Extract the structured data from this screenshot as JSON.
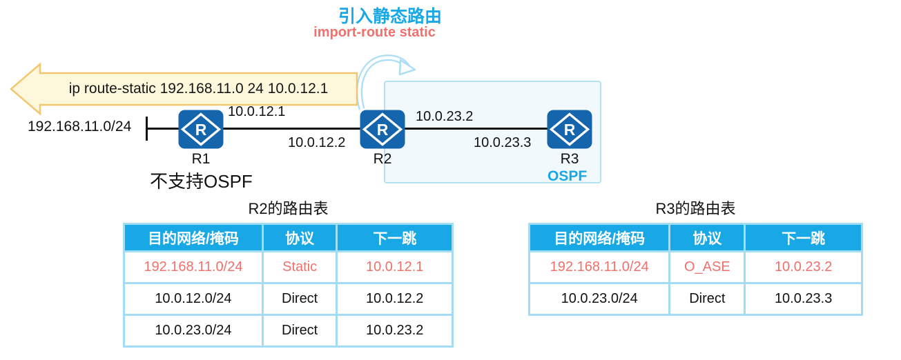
{
  "header": {
    "title": "引入静态路由",
    "subtitle": "import-route static"
  },
  "banner": {
    "command": "ip route-static 192.168.11.0 24 10.0.12.1"
  },
  "topology": {
    "stub_network_label": "192.168.11.0/24",
    "routers": [
      {
        "id": "R1",
        "note": "不支持OSPF"
      },
      {
        "id": "R2"
      },
      {
        "id": "R3"
      }
    ],
    "interface_labels": {
      "r1_r2_top": "10.0.12.1",
      "r1_r2_bottom": "10.0.12.2",
      "r2_r3_top": "10.0.23.2",
      "r2_r3_bottom": "10.0.23.3"
    },
    "ospf_area_label": "OSPF"
  },
  "tables": {
    "r2": {
      "title": "R2的路由表",
      "headers": [
        "目的网络/掩码",
        "协议",
        "下一跳"
      ],
      "rows": [
        {
          "highlight": true,
          "cells": [
            "192.168.11.0/24",
            "Static",
            "10.0.12.1"
          ]
        },
        {
          "highlight": false,
          "cells": [
            "10.0.12.0/24",
            "Direct",
            "10.0.12.2"
          ]
        },
        {
          "highlight": false,
          "cells": [
            "10.0.23.0/24",
            "Direct",
            "10.0.23.2"
          ]
        }
      ]
    },
    "r3": {
      "title": "R3的路由表",
      "headers": [
        "目的网络/掩码",
        "协议",
        "下一跳"
      ],
      "rows": [
        {
          "highlight": true,
          "cells": [
            "192.168.11.0/24",
            "O_ASE",
            "10.0.23.2"
          ]
        },
        {
          "highlight": false,
          "cells": [
            "10.0.23.0/24",
            "Direct",
            "10.0.23.3"
          ]
        }
      ]
    }
  },
  "colors": {
    "accent_cyan": "#18A8E6",
    "accent_red": "#F2706B",
    "router_blue": "#1565AC",
    "line_black": "#111111",
    "banner_fill": "#FDF8DC",
    "banner_border": "#F2C76F",
    "ospf_box_fill": "#F1F9FD",
    "ospf_box_border": "#B5E1F3",
    "table_border": "#A3DCF5"
  }
}
